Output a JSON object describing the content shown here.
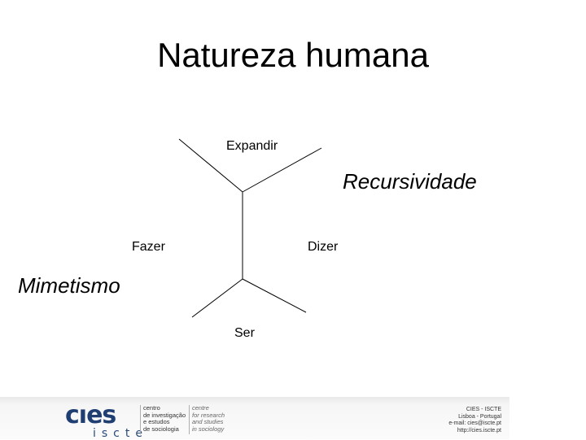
{
  "title": "Natureza humana",
  "diagram": {
    "top_label": "Expandir",
    "left_label": "Fazer",
    "right_label": "Dizer",
    "bottom_label": "Ser",
    "upper_annotation": "Recursividade",
    "lower_annotation": "Mimetismo"
  },
  "footer": {
    "logo_main": "cıes",
    "logo_sub": "iscte",
    "tagline_pt": "centro\nde investigação\ne estudos\nde sociologia",
    "tagline_en": "centre\nfor research\nand studies\nin sociology",
    "contact": "CIES - ISCTE\nLisboa - Portugal\ne-mail: cies@iscte.pt\nhttp://cies.iscte.pt"
  }
}
